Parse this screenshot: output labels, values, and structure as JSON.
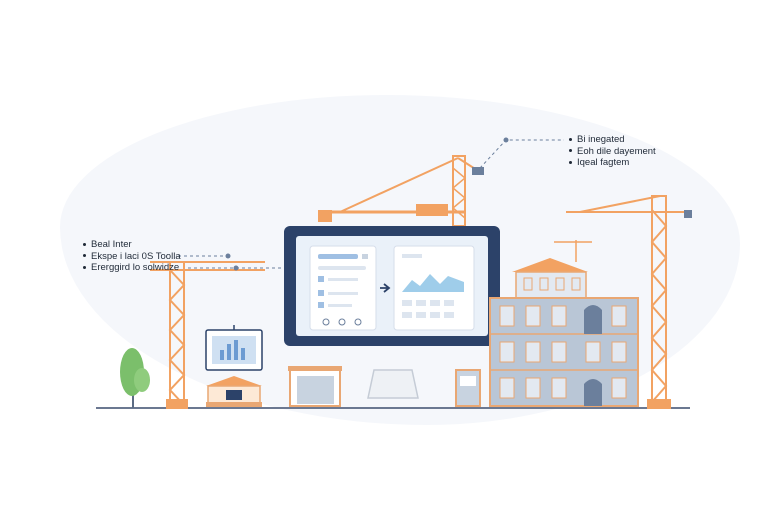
{
  "callouts": {
    "left": [
      "Beal Inter",
      "Ekspe i laci 0S Toolla",
      "Ererggird lo solwidze"
    ],
    "right": [
      "Bi inegated",
      "Eoh dile dayement",
      "Iqeal fagtem"
    ]
  },
  "colors": {
    "crane": "#f2a262",
    "monitor_frame": "#2c4269",
    "building_outline": "#e9a773",
    "building_fill": "#b9c6d6",
    "tree": "#7bbf6b",
    "connector": "#6b7f9c",
    "ground": "#6b7891"
  }
}
